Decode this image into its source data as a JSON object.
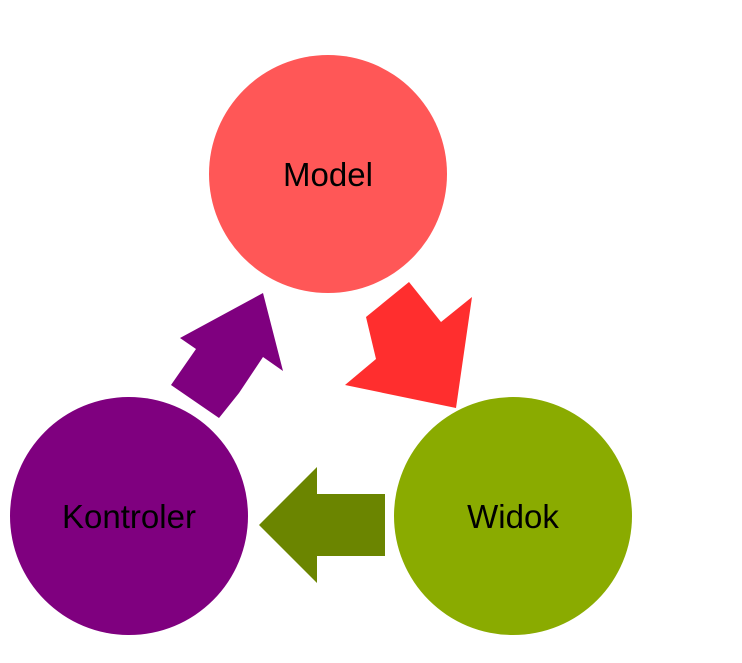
{
  "diagram": {
    "nodes": {
      "model": {
        "label": "Model",
        "color": "#ff5757"
      },
      "widok": {
        "label": "Widok",
        "color": "#8aab00"
      },
      "kontroler": {
        "label": "Kontroler",
        "color": "#7f007f"
      }
    },
    "edges": [
      {
        "from": "model",
        "to": "widok",
        "color": "#ff2e2e"
      },
      {
        "from": "widok",
        "to": "kontroler",
        "color": "#6b8500"
      },
      {
        "from": "kontroler",
        "to": "model",
        "color": "#7f007f"
      }
    ]
  }
}
